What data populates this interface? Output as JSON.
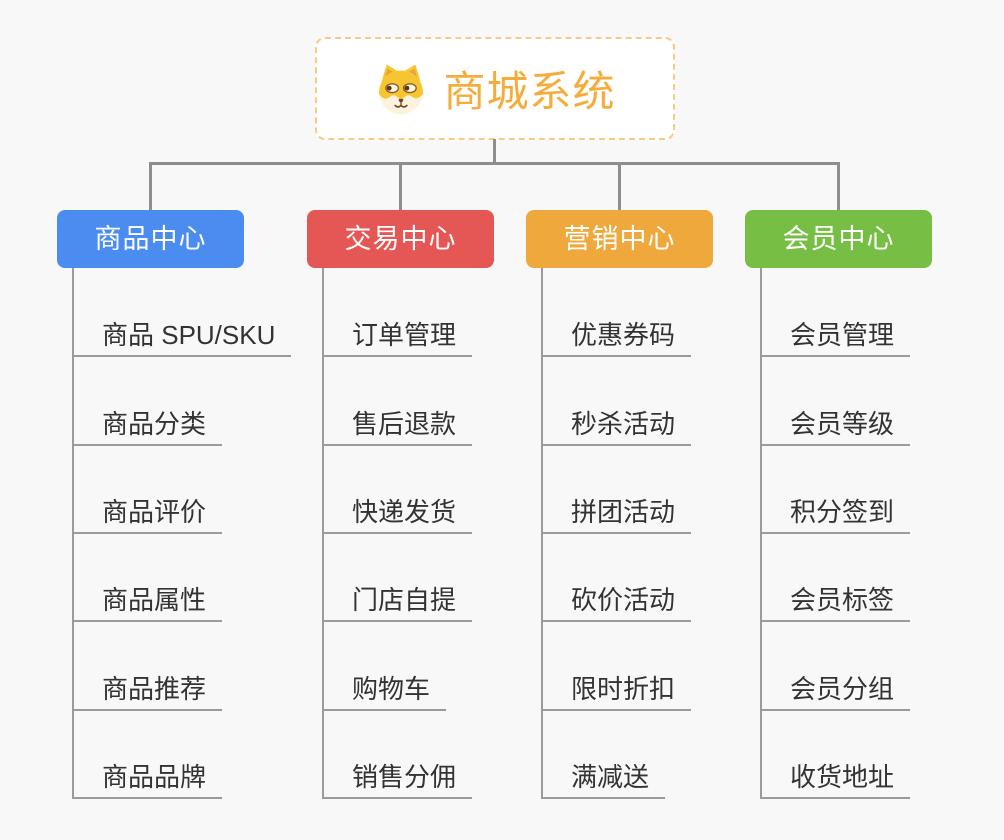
{
  "root": {
    "title": "商城系统",
    "icon": "dog-face",
    "title_color": "#F5AC3B",
    "border_color": "#F7CA85",
    "background": "#FFFFFF"
  },
  "branches": [
    {
      "label": "商品中心",
      "color": "#4A8CF0",
      "items": [
        "商品 SPU/SKU",
        "商品分类",
        "商品评价",
        "商品属性",
        "商品推荐",
        "商品品牌"
      ]
    },
    {
      "label": "交易中心",
      "color": "#E45754",
      "items": [
        "订单管理",
        "售后退款",
        "快递发货",
        "门店自提",
        "购物车",
        "销售分佣"
      ]
    },
    {
      "label": "营销中心",
      "color": "#EFA83B",
      "items": [
        "优惠券码",
        "秒杀活动",
        "拼团活动",
        "砍价活动",
        "限时折扣",
        "满减送"
      ]
    },
    {
      "label": "会员中心",
      "color": "#76BE44",
      "items": [
        "会员管理",
        "会员等级",
        "积分签到",
        "会员标签",
        "会员分组",
        "收货地址"
      ]
    }
  ],
  "connector_color": "#8E8E8E",
  "underline_color": "#9B9B9B",
  "background_color": "#F8F8F8",
  "item_text_color": "#333333"
}
